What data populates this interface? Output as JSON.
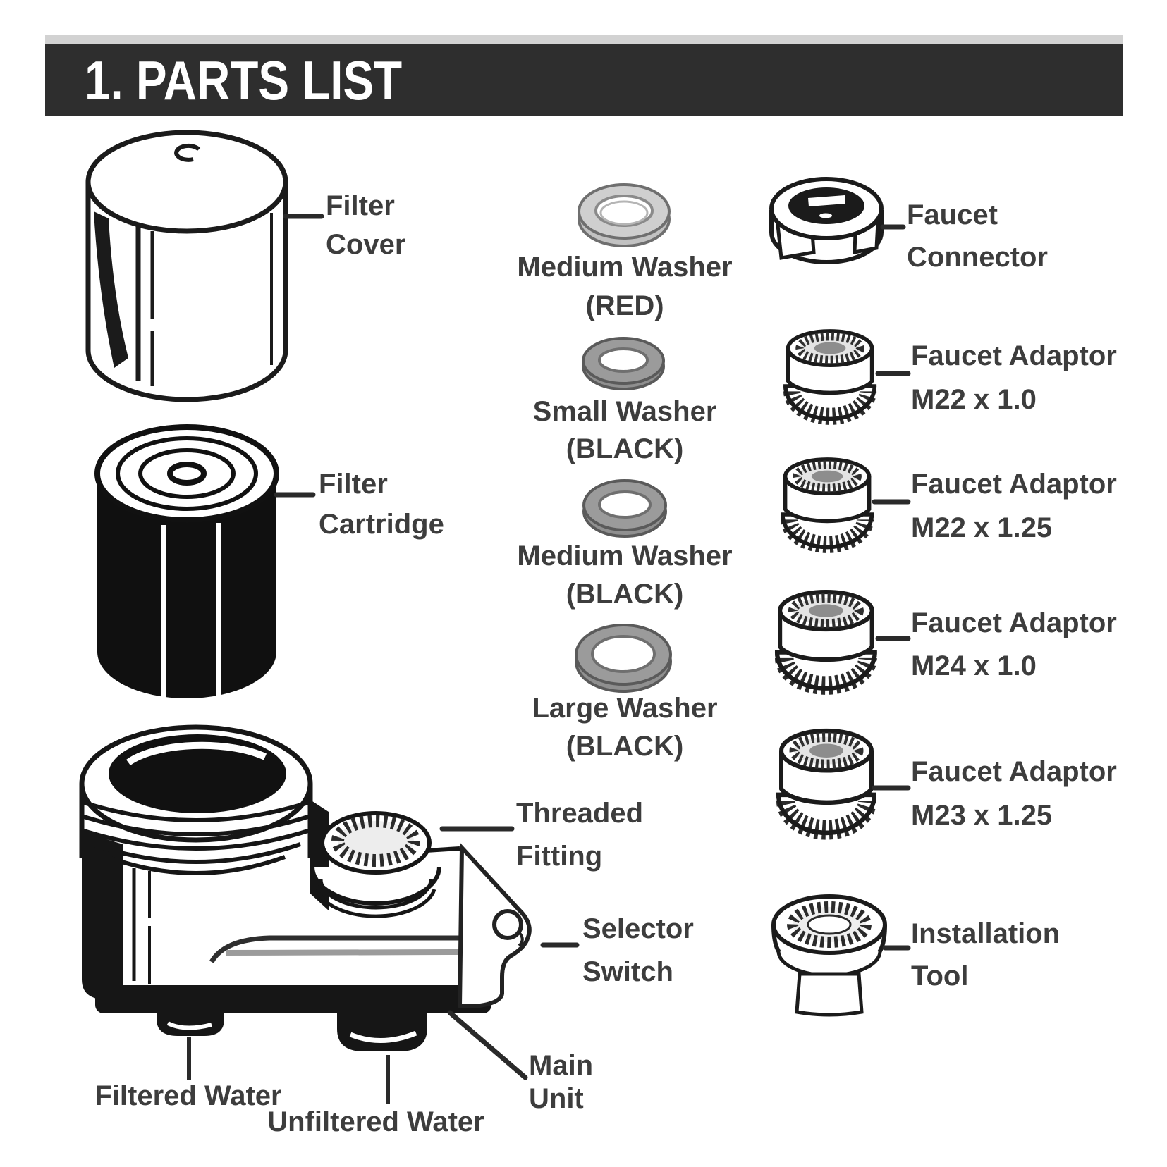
{
  "header": {
    "title": "1. PARTS LIST"
  },
  "colors": {
    "header_bg": "#2e2e2e",
    "header_strip": "#d2d2d2",
    "header_text": "#ffffff",
    "ink": "#1b1b1b",
    "label_text": "#3d3d3d",
    "washer_red_gray": "#cfcfcf",
    "washer_black_gray": "#969696",
    "leader": "#2a2a2a"
  },
  "labels": {
    "filter_cover": [
      "Filter",
      "Cover"
    ],
    "filter_cartridge": [
      "Filter",
      "Cartridge"
    ],
    "medium_washer_red": [
      "Medium Washer",
      "(RED)"
    ],
    "small_washer_black": [
      "Small Washer",
      "(BLACK)"
    ],
    "medium_washer_black": [
      "Medium Washer",
      "(BLACK)"
    ],
    "large_washer_black": [
      "Large Washer",
      "(BLACK)"
    ],
    "threaded_fitting": [
      "Threaded",
      "Fitting"
    ],
    "selector_switch": [
      "Selector",
      "Switch"
    ],
    "main_unit": [
      "Main",
      "Unit"
    ],
    "filtered_water": [
      "Filtered Water"
    ],
    "unfiltered_water": [
      "Unfiltered Water"
    ],
    "faucet_connector": [
      "Faucet",
      "Connector"
    ],
    "faucet_adaptor_m22_1_0": [
      "Faucet Adaptor",
      "M22 x 1.0"
    ],
    "faucet_adaptor_m22_1_25": [
      "Faucet Adaptor",
      "M22 x 1.25"
    ],
    "faucet_adaptor_m24_1_0": [
      "Faucet Adaptor",
      "M24 x 1.0"
    ],
    "faucet_adaptor_m23_1_25": [
      "Faucet Adaptor",
      "M23 x 1.25"
    ],
    "installation_tool": [
      "Installation",
      "Tool"
    ]
  }
}
